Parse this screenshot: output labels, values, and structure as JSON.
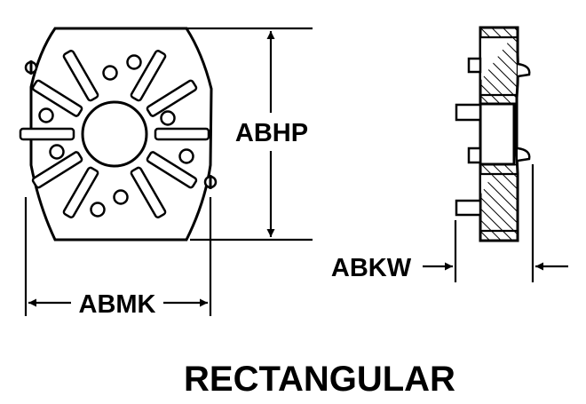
{
  "dimensions": {
    "height_label": "ABHP",
    "width_label": "ABMK",
    "thickness_label": "ABKW"
  },
  "caption": "RECTANGULAR"
}
